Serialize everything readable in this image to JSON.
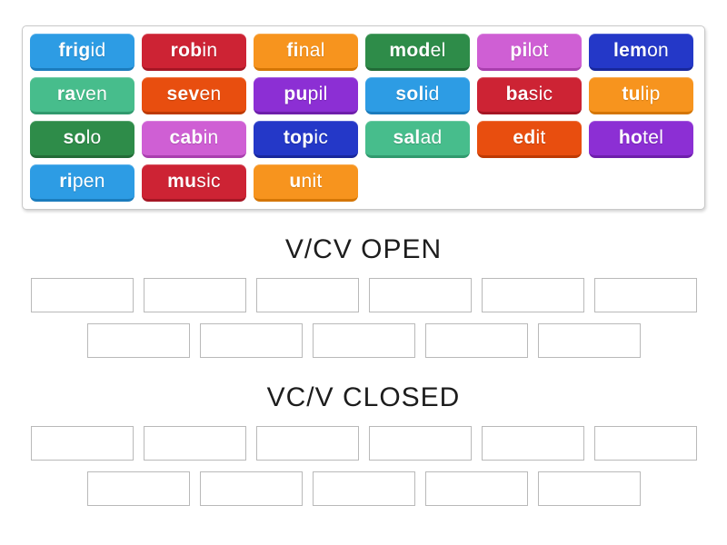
{
  "word_bank": {
    "tiles": [
      {
        "bold": "frig",
        "rest": "id",
        "color": "blue"
      },
      {
        "bold": "rob",
        "rest": "in",
        "color": "crimson"
      },
      {
        "bold": "fi",
        "rest": "nal",
        "color": "orange"
      },
      {
        "bold": "mod",
        "rest": "el",
        "color": "green"
      },
      {
        "bold": "pi",
        "rest": "lot",
        "color": "orchid"
      },
      {
        "bold": "lem",
        "rest": "on",
        "color": "navy"
      },
      {
        "bold": "ra",
        "rest": "ven",
        "color": "emerald"
      },
      {
        "bold": "sev",
        "rest": "en",
        "color": "vermillion"
      },
      {
        "bold": "pu",
        "rest": "pil",
        "color": "purple"
      },
      {
        "bold": "sol",
        "rest": "id",
        "color": "blue"
      },
      {
        "bold": "ba",
        "rest": "sic",
        "color": "crimson"
      },
      {
        "bold": "tu",
        "rest": "lip",
        "color": "orange"
      },
      {
        "bold": "so",
        "rest": "lo",
        "color": "green"
      },
      {
        "bold": "cab",
        "rest": "in",
        "color": "orchid"
      },
      {
        "bold": "top",
        "rest": "ic",
        "color": "navy"
      },
      {
        "bold": "sal",
        "rest": "ad",
        "color": "emerald"
      },
      {
        "bold": "ed",
        "rest": "it",
        "color": "vermillion"
      },
      {
        "bold": "ho",
        "rest": "tel",
        "color": "purple"
      },
      {
        "bold": "ri",
        "rest": "pen",
        "color": "blue"
      },
      {
        "bold": "mu",
        "rest": "sic",
        "color": "crimson"
      },
      {
        "bold": "u",
        "rest": "nit",
        "color": "orange"
      }
    ]
  },
  "palette": {
    "blue": {
      "bg": "#2d9ce4",
      "edge": "#1b7cbd"
    },
    "crimson": {
      "bg": "#cd2334",
      "edge": "#a51624"
    },
    "orange": {
      "bg": "#f7941e",
      "edge": "#d47605"
    },
    "green": {
      "bg": "#2e8c49",
      "edge": "#226b37"
    },
    "orchid": {
      "bg": "#cf5fd4",
      "edge": "#a93fae"
    },
    "navy": {
      "bg": "#2438c8",
      "edge": "#18279c"
    },
    "emerald": {
      "bg": "#47bd8c",
      "edge": "#319a6e"
    },
    "vermillion": {
      "bg": "#e84e0f",
      "edge": "#bd3a04"
    },
    "purple": {
      "bg": "#8c2fd4",
      "edge": "#6e1fab"
    }
  },
  "groups": [
    {
      "title": "V/CV OPEN",
      "rows": [
        6,
        5
      ]
    },
    {
      "title": "VC/V CLOSED",
      "rows": [
        6,
        5
      ]
    }
  ]
}
